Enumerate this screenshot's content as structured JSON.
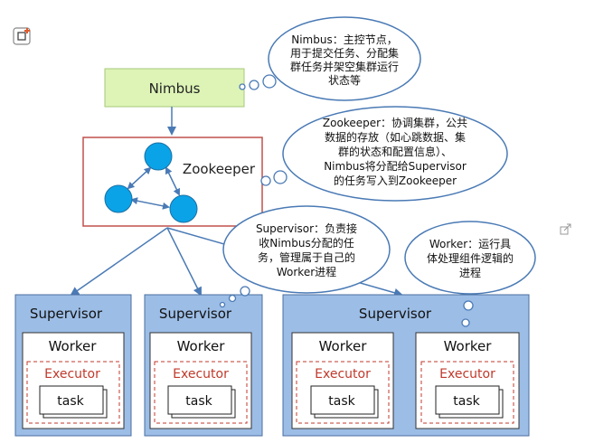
{
  "nimbus": {
    "label": "Nimbus"
  },
  "zookeeper": {
    "label": "Zookeeper"
  },
  "callouts": {
    "nimbus": [
      "Nimbus：主控节点，",
      "用于提交任务、分配集",
      "群任务并架空集群运行",
      "状态等"
    ],
    "zookeeper": [
      "Zookeeper：协调集群，公共",
      "数据的存放（如心跳数据、集",
      "群的状态和配置信息）、",
      "Nimbus将分配给Supervisor",
      "的任务写入到Zookeeper"
    ],
    "supervisor": [
      "Supervisor：负责接",
      "收Nimbus分配的任",
      "务，管理属于自己的",
      "Worker进程"
    ],
    "worker": [
      "Worker：运行具",
      "体处理组件逻辑的",
      "进程"
    ]
  },
  "supervisors": [
    {
      "label": "Supervisor",
      "workers": [
        {
          "label": "Worker",
          "executor": "Executor",
          "task": "task"
        }
      ]
    },
    {
      "label": "Supervisor",
      "workers": [
        {
          "label": "Worker",
          "executor": "Executor",
          "task": "task"
        }
      ]
    },
    {
      "label": "Supervisor",
      "workers": [
        {
          "label": "Worker",
          "executor": "Executor",
          "task": "task"
        },
        {
          "label": "Worker",
          "executor": "Executor",
          "task": "task"
        }
      ]
    }
  ],
  "colors": {
    "nimbus_fill": "#ddf4b6",
    "arrow": "#4a7ab5",
    "supervisor_fill": "#9cbde6",
    "executor_border": "#c0392b",
    "executor_text": "#c0392b",
    "zk_border": "#c0504d",
    "zk_node": "#0aa3e8"
  }
}
